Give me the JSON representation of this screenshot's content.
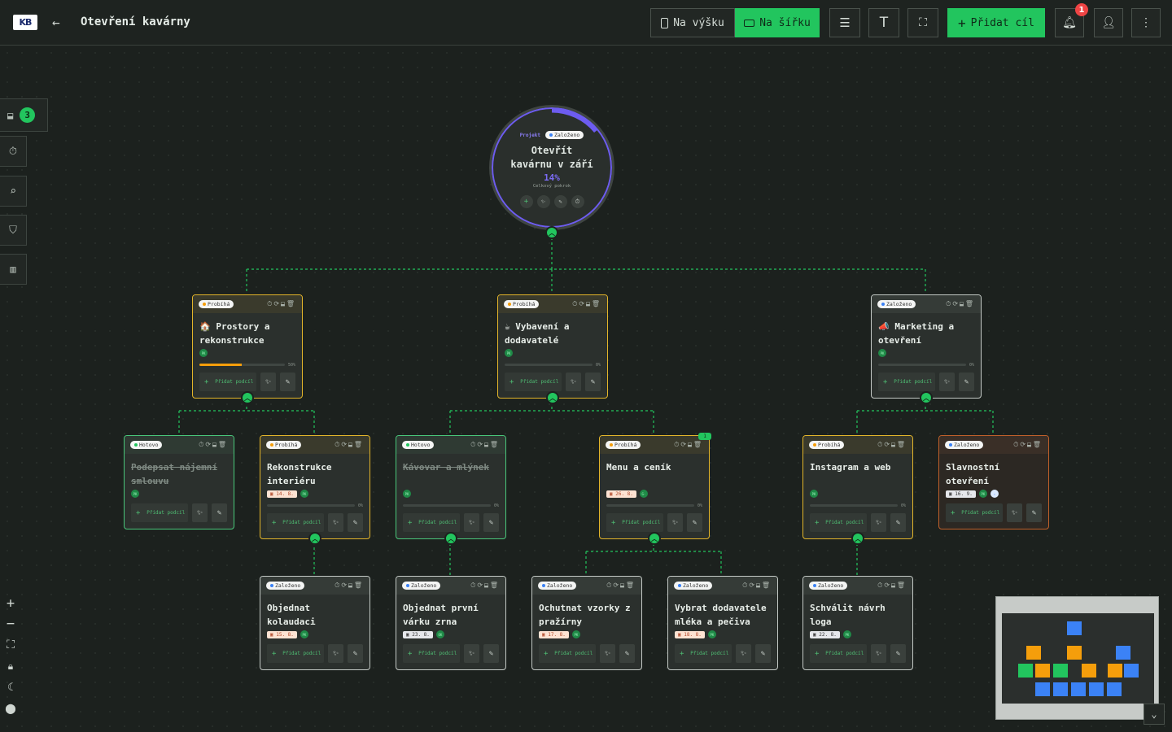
{
  "header": {
    "logo_text": "KB",
    "title": "Otevření kavárny",
    "portrait_label": "Na výšku",
    "landscape_label": "Na šířku",
    "add_goal_label": "Přidat cíl",
    "notification_count": "1"
  },
  "sidebar": {
    "inbox_count": "3"
  },
  "root": {
    "type_label": "Projekt",
    "status": "Založeno",
    "title_line1": "Otevřít",
    "title_line2": "kavárnu v září",
    "percent": "14%",
    "percent_value": 14,
    "percent_caption": "Celkový pokrok"
  },
  "cards": {
    "c1": {
      "status": "Probíhá",
      "title": "🏠 Prostory a rekonstrukce",
      "avatar": "PK",
      "pct": "50%",
      "progress": 50,
      "add": "Přidat podcíl"
    },
    "c2": {
      "status": "Probíhá",
      "title": "☕ Vybavení a dodavatelé",
      "avatar": "PK",
      "pct": "0%",
      "progress": 0,
      "add": "Přidat podcíl"
    },
    "c3": {
      "status": "Založeno",
      "title": "📣 Marketing a otevření",
      "avatar": "PK",
      "pct": "0%",
      "progress": 0,
      "add": "Přidat podcíl"
    },
    "c4": {
      "status": "Hotovo",
      "title": "Podepsat nájemní smlouvu",
      "avatar": "PK",
      "add": "Přidat podcíl"
    },
    "c5": {
      "status": "Probíhá",
      "title": "Rekonstrukce interiéru",
      "date": "14. 8.",
      "avatar": "PK",
      "pct": "0%",
      "progress": 0,
      "add": "Přidat podcíl"
    },
    "c6": {
      "status": "Hotovo",
      "title": "Kávovar a mlýnek",
      "avatar": "PK",
      "pct": "0%",
      "progress": 0,
      "add": "Přidat podcíl"
    },
    "c7": {
      "status": "Probíhá",
      "title": "Menu a ceník",
      "date": "26. 8.",
      "avatar": "G-",
      "pct": "0%",
      "progress": 0,
      "add": "Přidat podcíl",
      "corner": "1"
    },
    "c8": {
      "status": "Probíhá",
      "title": "Instagram a web",
      "avatar": "PK",
      "pct": "0%",
      "progress": 0,
      "add": "Přidat podcíl"
    },
    "c9": {
      "status": "Založeno",
      "title": "Slavnostní otevření",
      "date": "16. 9.",
      "avatar": "PK",
      "add": "Přidat podcíl"
    },
    "c10": {
      "status": "Založeno",
      "title": "Objednat kolaudaci",
      "date": "15. 8.",
      "avatar": "PK",
      "add": "Přidat podcíl"
    },
    "c11": {
      "status": "Založeno",
      "title": "Objednat první várku zrna",
      "date": "23. 8.",
      "avatar": "OK",
      "add": "Přidat podcíl"
    },
    "c12": {
      "status": "Založeno",
      "title": "Ochutnat vzorky z pražírny",
      "date": "17. 8.",
      "avatar": "PK",
      "add": "Přidat podcíl"
    },
    "c13": {
      "status": "Založeno",
      "title": "Vybrat dodavatele mléka a pečiva",
      "date": "18. 8.",
      "avatar": "PK",
      "add": "Přidat podcíl"
    },
    "c14": {
      "status": "Založeno",
      "title": "Schválit návrh loga",
      "date": "22. 8.",
      "avatar": "PK",
      "add": "Přidat podcíl"
    }
  },
  "colors": {
    "accent": "#22c55e",
    "in_progress": "#e3b52a",
    "done": "#49c77a",
    "created": "#c3c9c5",
    "overdue": "#c0602a",
    "root_ring": "#6d5cf0"
  }
}
